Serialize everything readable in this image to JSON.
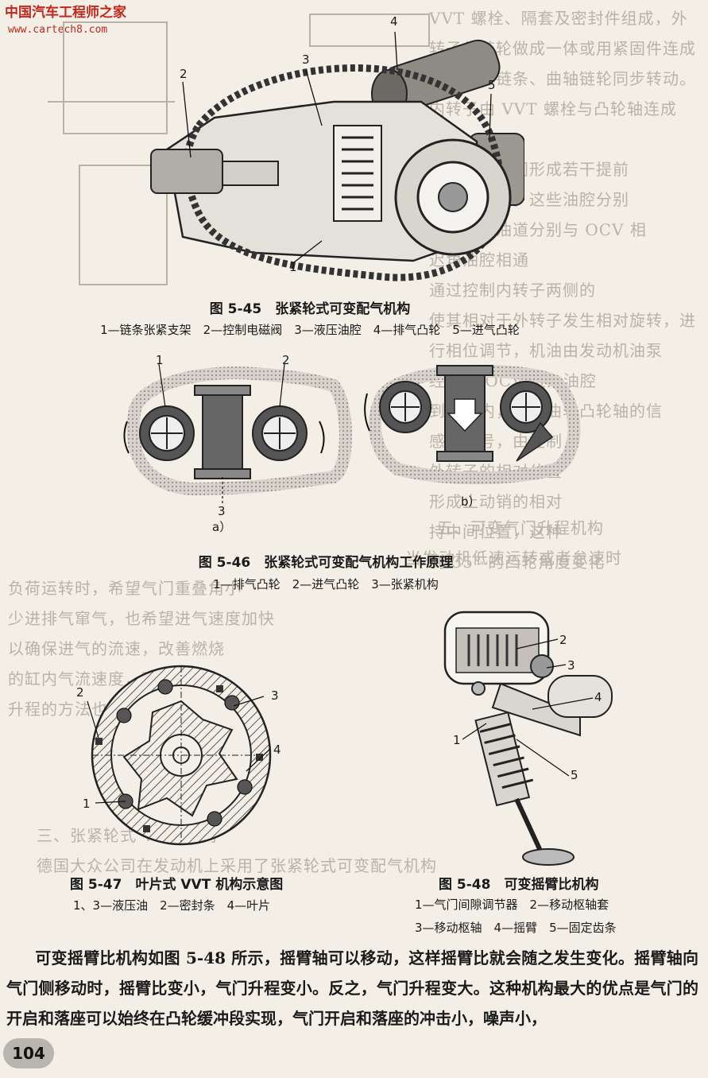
{
  "site": {
    "logo_text": "中国汽车工程师之家",
    "url": "www.cartech8.com"
  },
  "fig_5_45": {
    "title": "图 5-45　张紧轮式可变配气机构",
    "legend": "1—链条张紧支架　2—控制电磁阀　3—液压油腔　4—排气凸轮　5—进气凸轮",
    "callouts": [
      "1",
      "2",
      "3",
      "4",
      "5"
    ]
  },
  "fig_5_46": {
    "title": "图 5-46　张紧轮式可变配气机构工作原理",
    "legend": "1—排气凸轮　2—进气凸轮　3—张紧机构",
    "sub_a": "a）",
    "sub_b": "b）",
    "callouts": [
      "1",
      "2",
      "3"
    ]
  },
  "fig_5_47": {
    "title": "图 5-47　叶片式 VVT 机构示意图",
    "legend": "1、3—液压油　2—密封条　4—叶片",
    "callouts": [
      "1",
      "2",
      "3",
      "4"
    ]
  },
  "fig_5_48": {
    "title": "图 5-48　可变摇臂比机构",
    "legend_line1": "1—气门间隙调节器　2—移动枢轴套",
    "legend_line2": "3—移动枢轴　4—摇臂　5—固定齿条",
    "callouts": [
      "1",
      "2",
      "3",
      "4",
      "5"
    ]
  },
  "body": {
    "paragraph": "可变摇臂比机构如图 5-48 所示，摇臂轴可以移动，这样摇臂比就会随之发生变化。摇臂轴向气门侧移动时，摇臂比变小，气门升程变小。反之，气门升程变大。这种机构最大的优点是气门的开启和落座可以始终在凸轮缓冲段实现，气门开启和落座的冲击小，噪声小，"
  },
  "bleed_through": {
    "lines": [
      "VVT 螺栓、隔套及密封件组成，外",
      "转子与链轮做成一体或用紧固件连成",
      "一体，与链条、曲轴链轮同步转动。",
      "内转子由 VVT 螺栓与凸轮轴连成",
      "体",
      "内外转子之间形成若干提前",
      "和迟后油腔，这些油腔分别",
      "缸盖上的油道分别与 OCV 相",
      "迟角油腔相通",
      "通过控制内转子两侧的",
      "使其相对于外转子发生相对旋转，进",
      "行相位调节，机油由发动机油泵",
      "经油道 OCV 进入油腔",
      "到油腔内，根据曲轴凸轮轴的信",
      "感器信号，由控制",
      "外转子的相对位置",
      "形成止动销的相对",
      "持中间位置，这种",
      "到 35° 的凸轮角度变化",
      "五、可变气门升程机构",
      "当发动机低速运转或者怠速时",
      "负荷运转时，希望气门重叠角小",
      "少进排气窜气，也希望进气速度加快",
      "以确保进气的流速，改善燃烧",
      "的缸内气流速度，可以得到",
      "升程的方法也很多",
      "三、张紧轮式 VVT 机构",
      "德国大众公司在发动机上采用了张紧轮式可变配气机构"
    ]
  }
}
